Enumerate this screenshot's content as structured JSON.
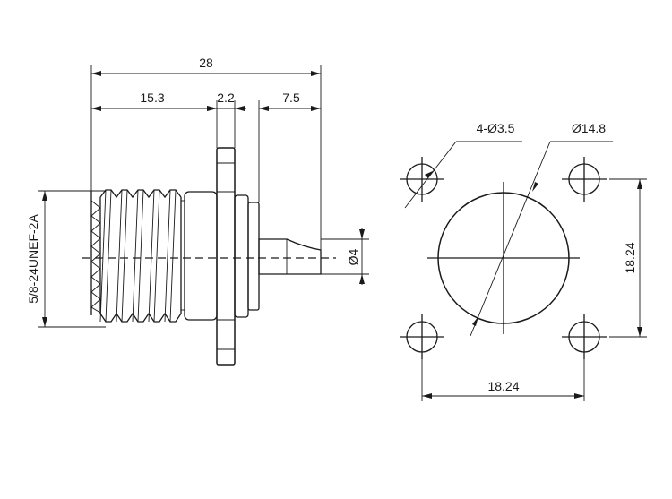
{
  "dimensions": {
    "overall_length": "28",
    "thread_length": "15.3",
    "flange_thickness": "2.2",
    "pin_length": "7.5",
    "pin_diameter": "Ø4",
    "thread_spec": "5/8-24UNEF-2A",
    "mount_holes": "4-Ø3.5",
    "body_diameter": "Ø14.8",
    "hole_spacing_vertical": "18.24",
    "hole_spacing_horizontal": "18.24"
  }
}
